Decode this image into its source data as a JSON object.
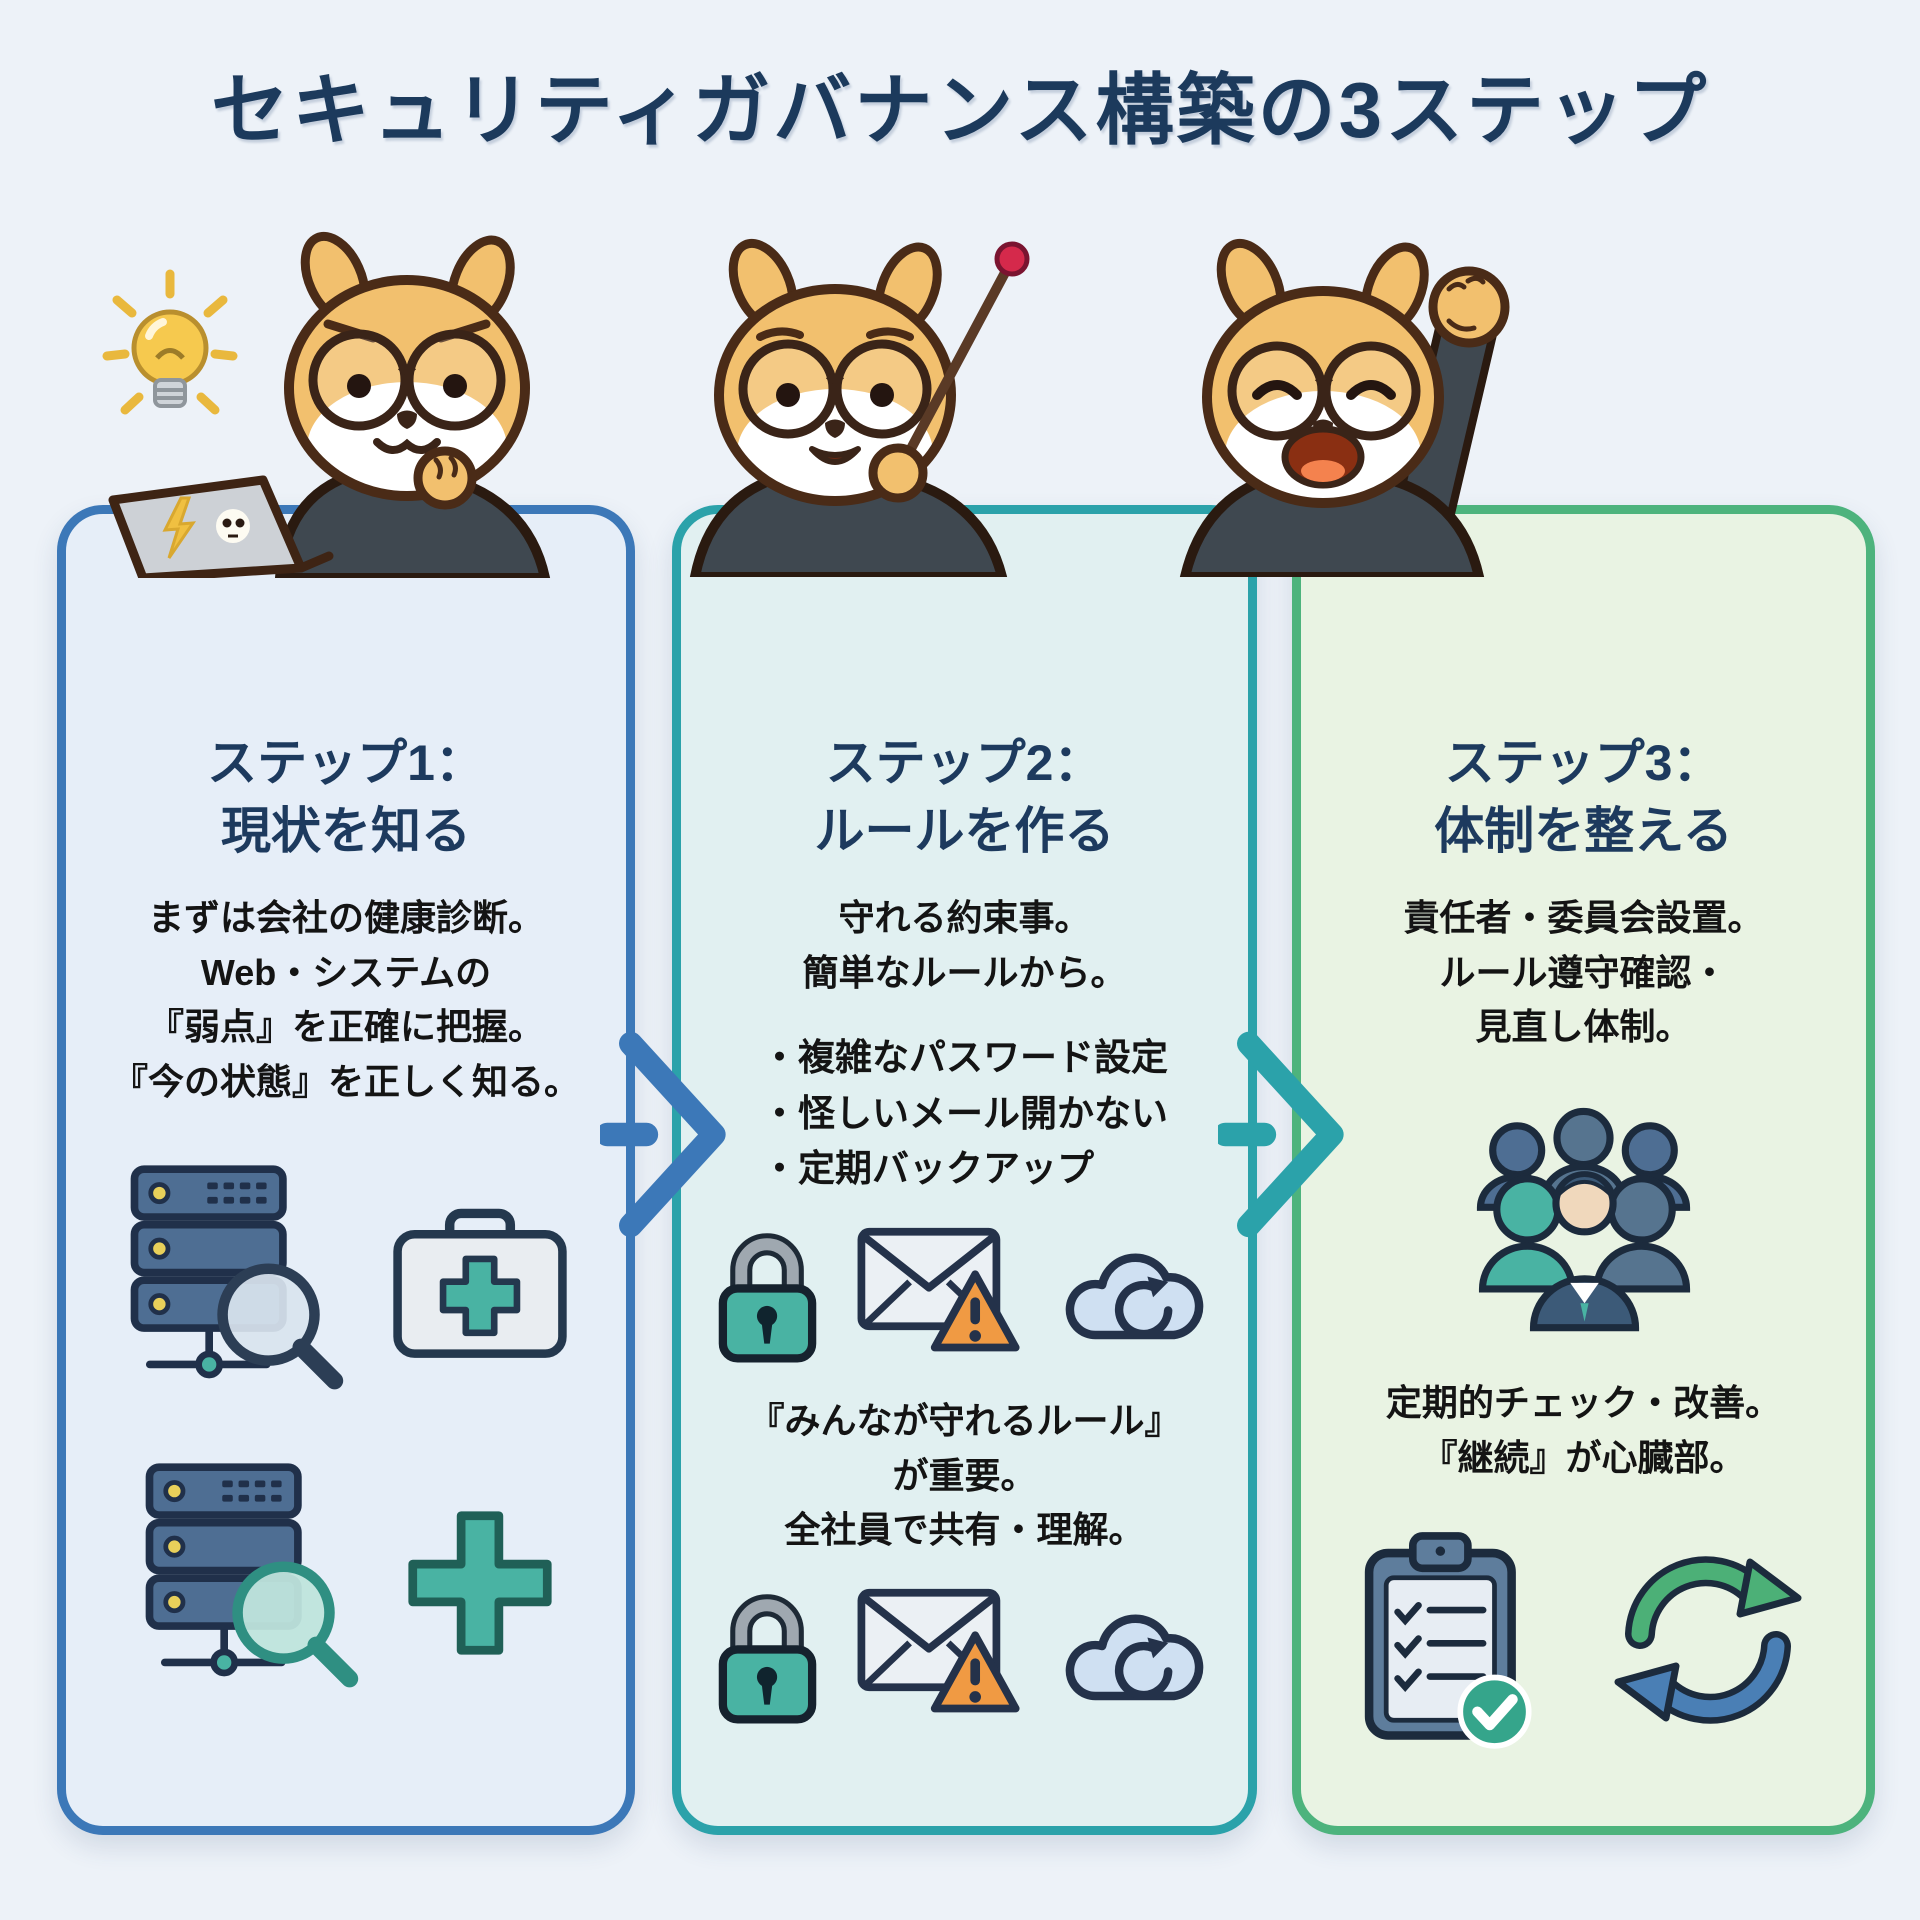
{
  "title": "セキュリティガバナンス構築の3ステップ",
  "colors": {
    "background": "#edf2f8",
    "title_navy": "#1c3a5c",
    "step1_accent": "#3c78b8",
    "step2_accent": "#2ba2aa",
    "step3_accent": "#4db37d",
    "teal": "#49b3a3",
    "warning_orange": "#f09a43",
    "slate_icon": "#4e6e93"
  },
  "arrows": [
    {
      "name": "arrow-step1-to-step2",
      "color": "#3c78b8"
    },
    {
      "name": "arrow-step2-to-step3",
      "color": "#2ba2aa"
    }
  ],
  "steps": [
    {
      "character": "shiba-thinking-with-laptop",
      "character_props": [
        "idea-lightbulb-icon",
        "hacked-laptop-icon (lightning + skull stickers)"
      ],
      "heading1": "ステップ1：",
      "heading2": "現状を知る",
      "body": [
        "まずは会社の健康診断。",
        "Web・システムの",
        "『弱点』を正確に把握。",
        "『今の状態』を正しく知る。"
      ],
      "icons_row1": [
        "server-search-icon",
        "first-aid-kit-icon"
      ],
      "icons_row2": [
        "server-search-teal-icon",
        "medical-cross-icon"
      ]
    },
    {
      "character": "shiba-teacher-with-pointer",
      "heading1": "ステップ2：",
      "heading2": "ルールを作る",
      "body": [
        "守れる約束事。",
        "簡単なルールから。"
      ],
      "bullets": [
        "・複雑なパスワード設定",
        "・怪しいメール開かない",
        "・定期バックアップ"
      ],
      "icons_row1": [
        "padlock-icon",
        "mail-alert-icon",
        "cloud-sync-icon"
      ],
      "emphasis": [
        "『みんなが守れるルール』",
        "が重要。",
        "全社員で共有・理解。"
      ],
      "icons_row2": [
        "padlock-icon",
        "mail-alert-icon",
        "cloud-sync-icon"
      ]
    },
    {
      "character": "shiba-cheering-fist-up",
      "heading1": "ステップ3：",
      "heading2": "体制を整える",
      "body": [
        "責任者・委員会設置。",
        "ルール遵守確認・",
        "見直し体制。"
      ],
      "icons_row1": [
        "team-group-icon"
      ],
      "emphasis": [
        "定期的チェック・改善。",
        "『継続』が心臓部。"
      ],
      "icons_row2": [
        "clipboard-check-icon",
        "pdca-cycle-icon"
      ]
    }
  ]
}
